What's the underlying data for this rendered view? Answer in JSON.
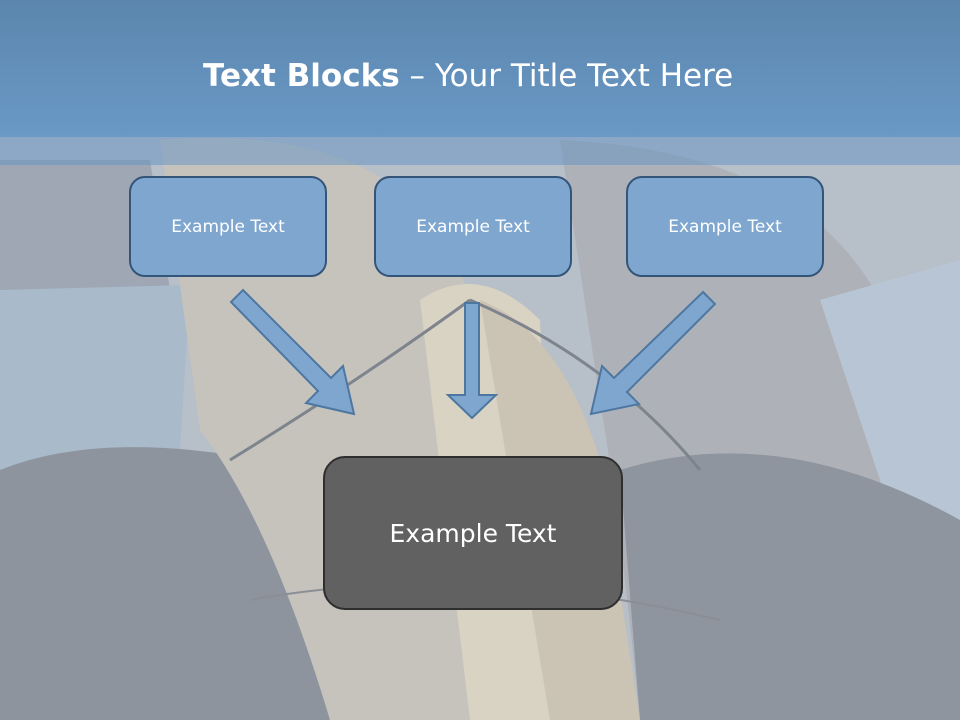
{
  "slide": {
    "title_bold": "Text Blocks",
    "title_rest": " – Your Title Text Here",
    "boxes": [
      {
        "label": "Example Text"
      },
      {
        "label": "Example Text"
      },
      {
        "label": "Example Text"
      }
    ],
    "result_box": {
      "label": "Example Text"
    }
  },
  "colors": {
    "header": "#6a99c6",
    "box_fill": "#7ea6cf",
    "box_border": "#34557a",
    "result_fill": "#616161",
    "arrow_fill": "#7ea6cf"
  }
}
